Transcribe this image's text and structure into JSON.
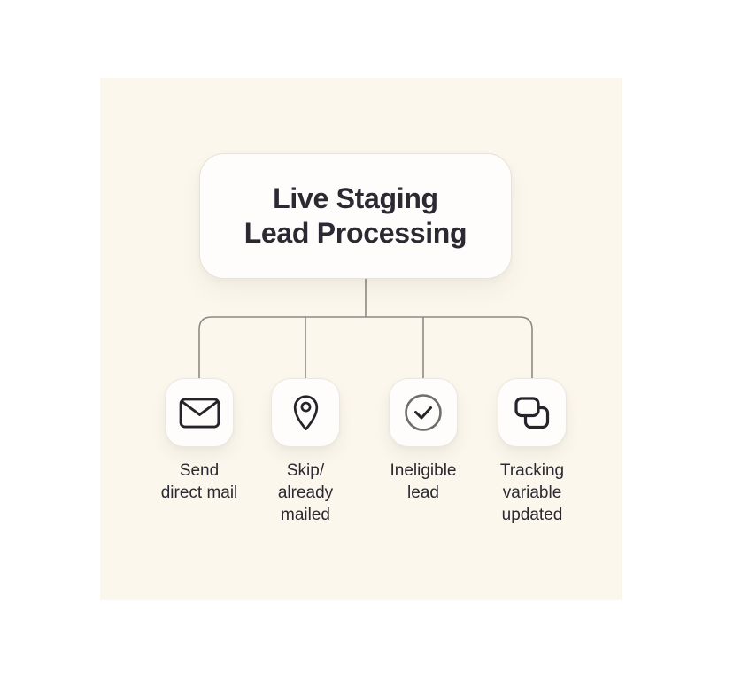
{
  "title": "Live Staging\nLead Processing",
  "branches": [
    {
      "label": "Send\ndirect mail",
      "icon": "mail-icon"
    },
    {
      "label": "Skip/\nalready\nmailed",
      "icon": "map-pin-icon"
    },
    {
      "label": "Ineligible\nlead",
      "icon": "check-circle-icon"
    },
    {
      "label": "Tracking\nvariable\nupdated",
      "icon": "copy-icon"
    }
  ],
  "colors": {
    "page_background": "#ffffff",
    "panel_background": "#fbf7ed",
    "node_background": "#fefdfb",
    "node_border": "#e8e5dc",
    "connector_line": "#8d8a85",
    "icon_stroke": "#26242a",
    "check_circle_ring": "#6f6d6a",
    "text": "#2b2931"
  }
}
